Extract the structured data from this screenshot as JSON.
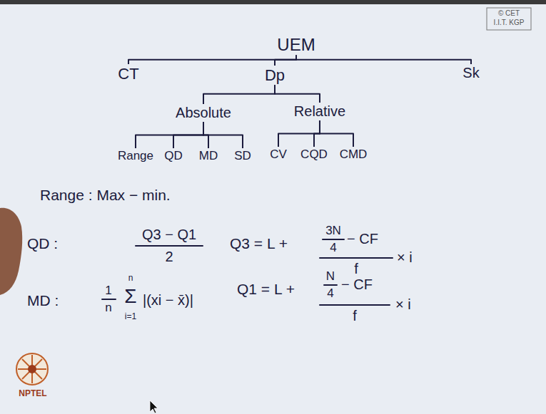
{
  "diagram": {
    "nodes": [
      {
        "text": [
          "UEM"
        ]
      },
      {
        "text": [
          "CT"
        ]
      },
      {
        "text": [
          "Dp"
        ]
      },
      {
        "text": [
          "Sk"
        ]
      },
      {
        "text": [
          "Absolute"
        ]
      },
      {
        "text": [
          "Relative"
        ]
      },
      {
        "text": [
          "Range"
        ]
      },
      {
        "text": [
          "QD"
        ]
      },
      {
        "text": [
          "MD"
        ]
      },
      {
        "text": [
          "SD"
        ]
      },
      {
        "text": [
          "CV"
        ]
      },
      {
        "text": [
          "CQD"
        ]
      },
      {
        "text": [
          "CMD"
        ]
      }
    ],
    "edges": [
      {
        "from": 0,
        "to": 1,
        "arrow": "none"
      },
      {
        "from": 0,
        "to": 2,
        "arrow": "none"
      },
      {
        "from": 0,
        "to": 3,
        "arrow": "none"
      },
      {
        "from": 2,
        "to": 4,
        "arrow": "none"
      },
      {
        "from": 2,
        "to": 5,
        "arrow": "none"
      },
      {
        "from": 4,
        "to": 6,
        "arrow": "none"
      },
      {
        "from": 4,
        "to": 7,
        "arrow": "none"
      },
      {
        "from": 4,
        "to": 8,
        "arrow": "none"
      },
      {
        "from": 4,
        "to": 9,
        "arrow": "none"
      },
      {
        "from": 5,
        "to": 10,
        "arrow": "none"
      },
      {
        "from": 5,
        "to": 11,
        "arrow": "none"
      },
      {
        "from": 5,
        "to": 12,
        "arrow": "none"
      }
    ],
    "labels": [
      "© CET",
      "I.I.T. KGP",
      "Range : Max − min.",
      "QD :",
      "Q3 − Q1",
      "2",
      "Q3 = L +",
      "3N",
      "4",
      "− CF",
      "f",
      "× i",
      "Q1 = L +",
      "N",
      "4",
      "− CF",
      "f",
      "× i",
      "MD :",
      "1",
      "n",
      "Σ",
      "n",
      "i=1",
      "|(xi − x̄)|",
      "NPTEL"
    ]
  }
}
